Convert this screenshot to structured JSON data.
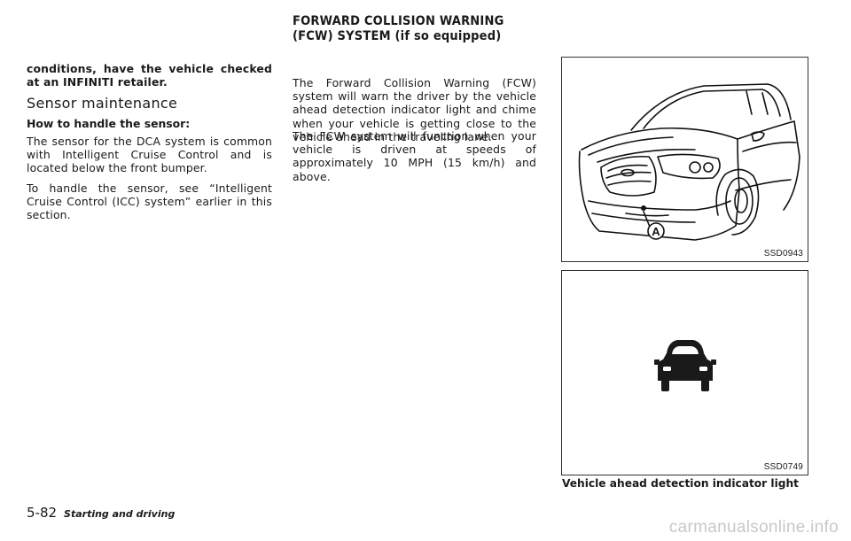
{
  "left_column": {
    "lead_text": "conditions, have the vehicle checked at an INFINITI retailer.",
    "section_title": "Sensor maintenance",
    "subheading": "How to handle the sensor:",
    "paragraphs": [
      "The sensor for the DCA system is common with Intelligent Cruise Control and is located below the front bumper.",
      "To handle the sensor, see “Intelligent Cruise Control (ICC) system” earlier in this section."
    ]
  },
  "middle_column": {
    "heading": "FORWARD COLLISION WARNING (FCW) SYSTEM (if so equipped)",
    "paragraphs": [
      "The Forward Collision Warning (FCW) system will warn the driver by the vehicle ahead detection indicator light and chime when your vehicle is getting close to the vehicle ahead in the traveling lane.",
      "The FCW system will function when your vehicle is driven at speeds of approximately 10 MPH (15 km/h) and above."
    ]
  },
  "figures": [
    {
      "code": "SSD0943",
      "callout_label": "A",
      "icon": "car-front-sensor-illustration"
    },
    {
      "code": "SSD0749",
      "caption": "Vehicle ahead detection indicator light",
      "icon": "vehicle-ahead-indicator-icon"
    }
  ],
  "footer": {
    "page_number": "5-82",
    "section_name": "Starting and driving"
  },
  "watermark": "carmanualsonline.info"
}
